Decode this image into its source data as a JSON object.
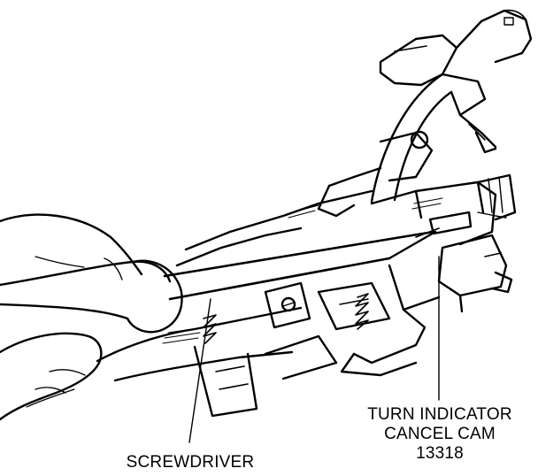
{
  "labels": {
    "cancel_cam": {
      "line1": "TURN INDICATOR",
      "line2": "CANCEL CAM",
      "part_number": "13318"
    },
    "screwdriver": "SCREWDRIVER"
  },
  "colors": {
    "ink": "#000000",
    "paper": "#ffffff"
  }
}
